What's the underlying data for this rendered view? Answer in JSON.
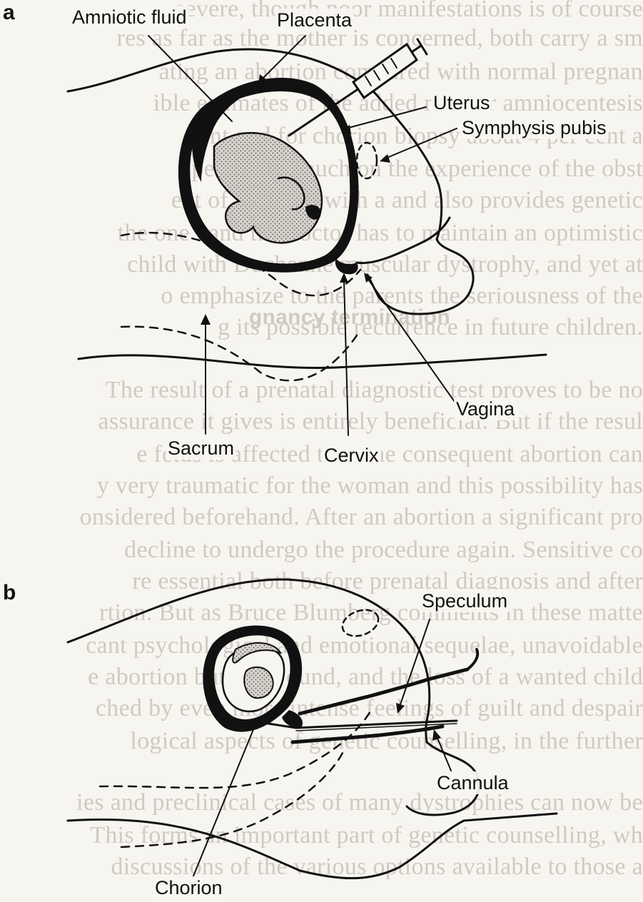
{
  "background_text": [
    "severe, though poor manifestations is of course",
    "res as far as the mother is concerned, both carry a sm",
    "ating an abortion compared with normal pregnan",
    "ible estimates of the added risk for amniocentesis",
    "cent and for chorion biopsy about 4 per cent a",
    "spend very much on the experience of the obst",
    "ent of a person with a and also provides genetic",
    "the one hand the doctor has to maintain an optimistic",
    "child with Duchenne muscular dystrophy, and yet at",
    "o emphasize to the parents the seriousness of the",
    "g its possible recurrence in future children.",
    "gnancy termination",
    "The result of a prenatal diagnostic test proves to be no",
    "assurance it gives is entirely beneficial. But if the resul",
    "e fetus is affected then the consequent abortion can",
    "y very traumatic for the woman and this possibility has",
    "onsidered beforehand. After an abortion a significant pro",
    "decline to undergo the procedure again. Sensitive co",
    "re essential both before prenatal diagnosis and after",
    "rtion. But as Bruce Blumberg comments in these matte",
    "cant psychological and emotional sequelae, unavoidable",
    "e abortion but the wound, and the loss of a wanted child",
    "ched by even more intense feelings of guilt and despair",
    "logical aspects of genetic counselling, in the further",
    "ies and preclinical cases of many dystrophies can now be",
    "This forms an important part of genetic counselling, wh",
    "discussions of the various options available to those a"
  ],
  "panel_a": {
    "letter": "a",
    "labels": {
      "amniotic_fluid": "Amniotic fluid",
      "placenta": "Placenta",
      "uterus": "Uterus",
      "symphysis_pubis": "Symphysis pubis",
      "vagina": "Vagina",
      "sacrum": "Sacrum",
      "cervix": "Cervix"
    }
  },
  "panel_b": {
    "letter": "b",
    "labels": {
      "speculum": "Speculum",
      "cannula": "Cannula",
      "chorion": "Chorion"
    }
  },
  "colors": {
    "ink": "#111111",
    "paper": "#f7f5f0",
    "show_through_text": "#cfcac2",
    "fetus_fill": "#d6d2cc"
  }
}
